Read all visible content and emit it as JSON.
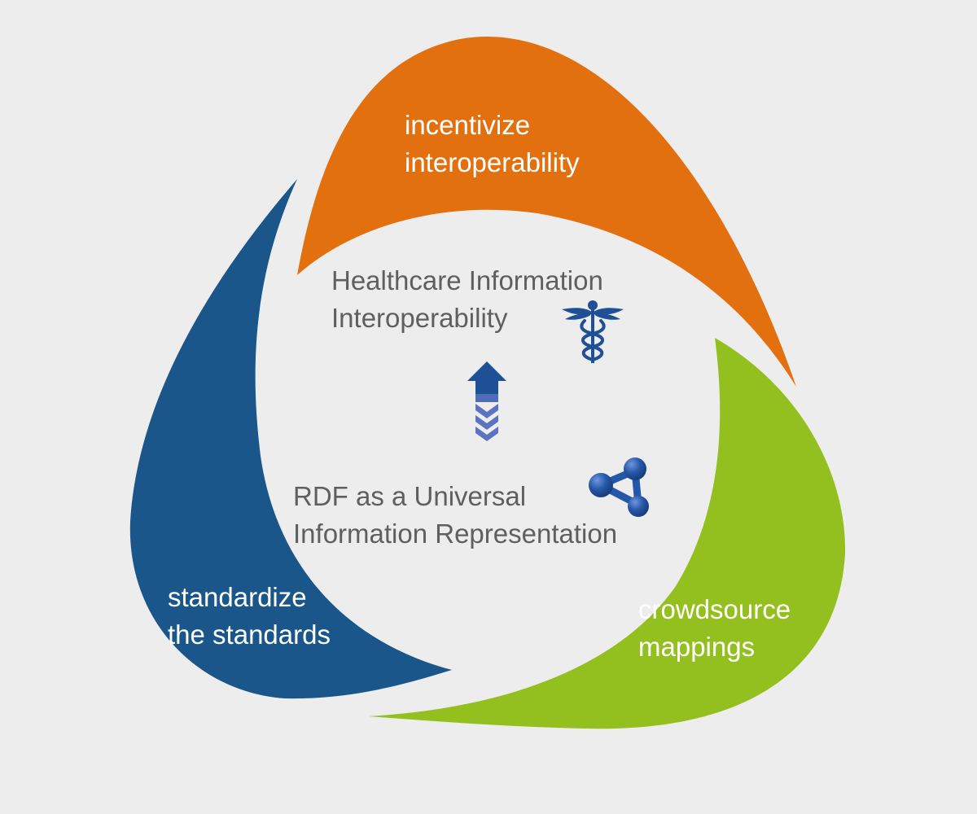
{
  "diagram": {
    "segments": [
      {
        "id": "top",
        "lines": [
          "incentivize",
          "interoperability"
        ],
        "color": "#e3700f"
      },
      {
        "id": "left",
        "lines": [
          "standardize",
          "the standards"
        ],
        "color": "#1b568a"
      },
      {
        "id": "right",
        "lines": [
          "crowdsource",
          "mappings"
        ],
        "color": "#93c01f"
      }
    ],
    "goal": {
      "lines": [
        "Healthcare Information",
        "Interoperability"
      ],
      "icon": "caduceus-icon"
    },
    "foundation": {
      "lines": [
        "RDF as a Universal",
        "Information Representation"
      ],
      "icon": "rdf-graph-icon"
    },
    "connector_icon": "up-arrow-icon",
    "colors": {
      "background": "#ededed",
      "icon_blue": "#1f4f95",
      "center_text": "#5f5f5f"
    }
  }
}
